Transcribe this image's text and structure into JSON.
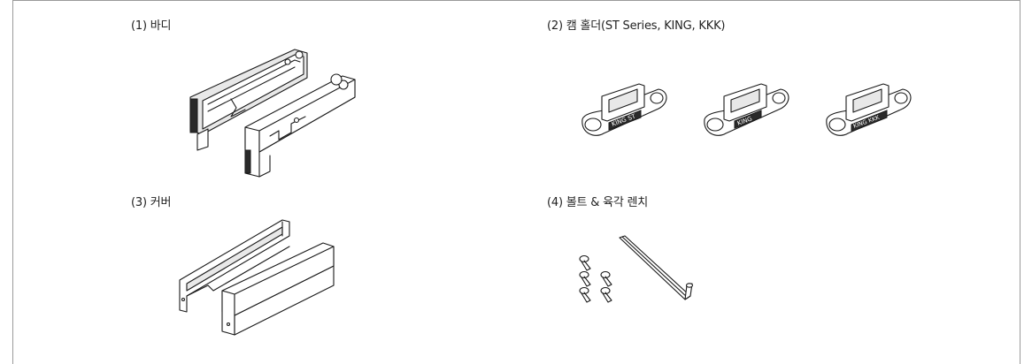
{
  "parts": [
    {
      "id": "body",
      "label": "(1) 바디"
    },
    {
      "id": "cam-holder",
      "label": "(2) 캠 홀더(ST Series, KING, KKK)",
      "holders": [
        "KING ST",
        "KING",
        "KING KKK"
      ]
    },
    {
      "id": "cover",
      "label": "(3) 커버"
    },
    {
      "id": "bolt-wrench",
      "label": "(4) 볼트 & 육각 렌치"
    }
  ]
}
